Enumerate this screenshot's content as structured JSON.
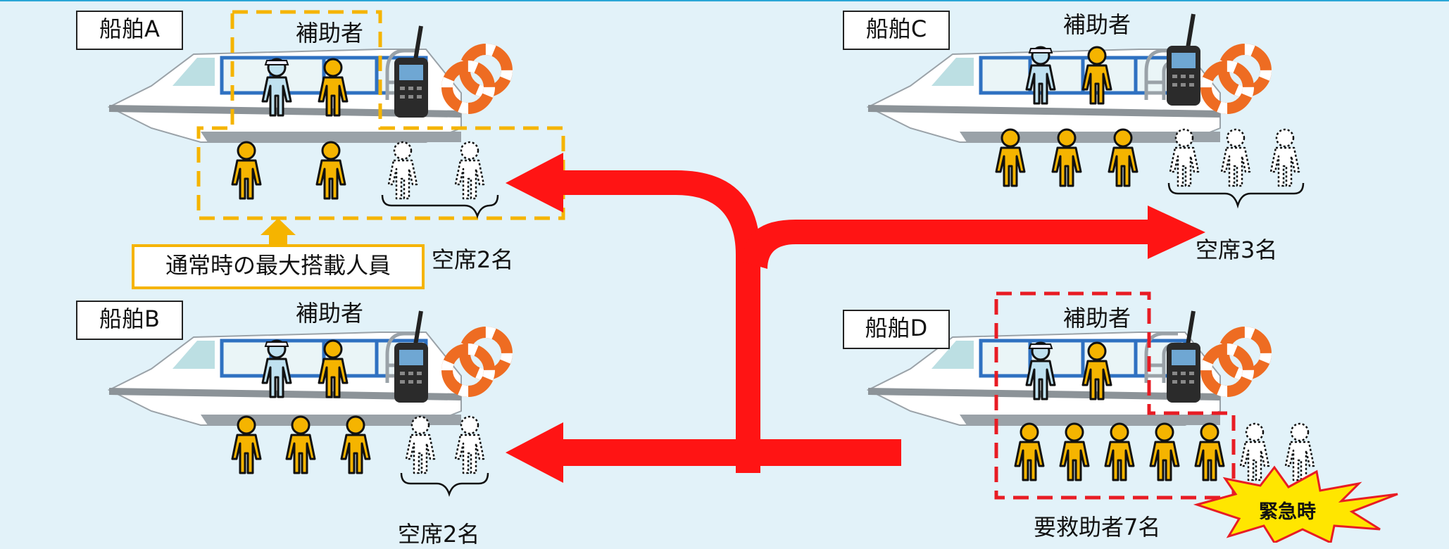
{
  "ships": {
    "a": {
      "label": "船舶A",
      "assistant": "補助者",
      "vacancy": "空席2名"
    },
    "b": {
      "label": "船舶B",
      "assistant": "補助者",
      "vacancy": "空席2名"
    },
    "c": {
      "label": "船舶C",
      "assistant": "補助者",
      "vacancy": "空席3名"
    },
    "d": {
      "label": "船舶D",
      "assistant": "補助者",
      "rescue": "要救助者7名",
      "emergency": "緊急時"
    }
  },
  "normal_capacity_label": "通常時の最大搭載人員",
  "colors": {
    "background": "#e2f2f9",
    "arrow": "#ff1414",
    "passenger": "#f5b400",
    "highlight_yellow": "#f5b400",
    "highlight_red": "#e81c24",
    "burst": "#ffe600"
  }
}
